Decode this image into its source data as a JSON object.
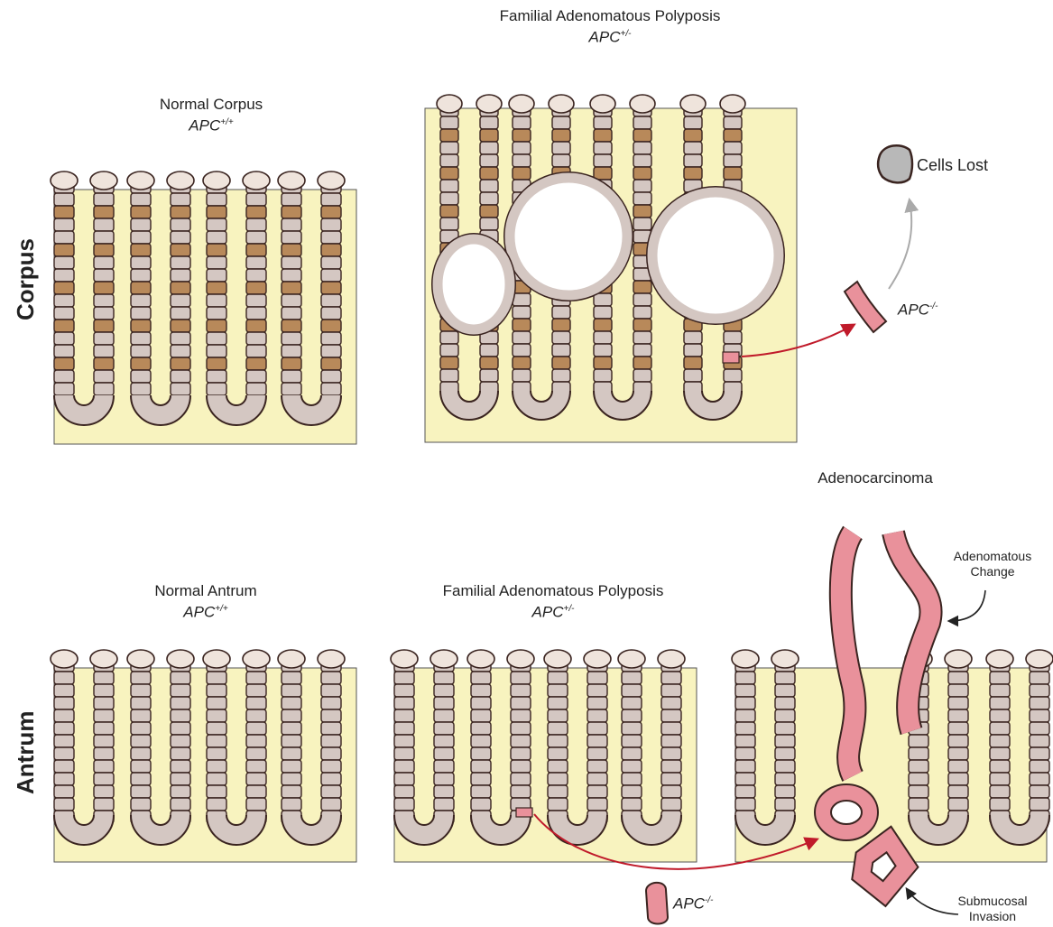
{
  "rows": {
    "top": "Corpus",
    "bottom": "Antrum"
  },
  "panels": {
    "normal_corpus": {
      "title": "Normal Corpus",
      "geno_base": "APC",
      "geno_sup": "+/+"
    },
    "fap_corpus": {
      "title": "Familial Adenomatous Polyposis",
      "geno_base": "APC",
      "geno_sup": "+/-"
    },
    "normal_antrum": {
      "title": "Normal Antrum",
      "geno_base": "APC",
      "geno_sup": "+/+"
    },
    "fap_antrum": {
      "title": "Familial Adenomatous Polyposis",
      "geno_base": "APC",
      "geno_sup": "+/-"
    },
    "adenocarcinoma": {
      "title": "Adenocarcinoma"
    }
  },
  "annotations": {
    "cells_lost": "Cells Lost",
    "apc_null_base": "APC",
    "apc_null_sup": "-/-",
    "adenomatous_change_line1": "Adenomatous",
    "adenomatous_change_line2": "Change",
    "submucosal_invasion_line1": "Submucosal",
    "submucosal_invasion_line2": "Invasion"
  },
  "colors": {
    "stroma": "#f8f3bf",
    "cell": "#d4c7c2",
    "parietal": "#b8895a",
    "mutant": "#e9919b",
    "outline": "#3a2420",
    "arrow_red": "#c01a2a",
    "arrow_gray": "#aaaaaa",
    "lost_cell": "#b8b8b8"
  }
}
